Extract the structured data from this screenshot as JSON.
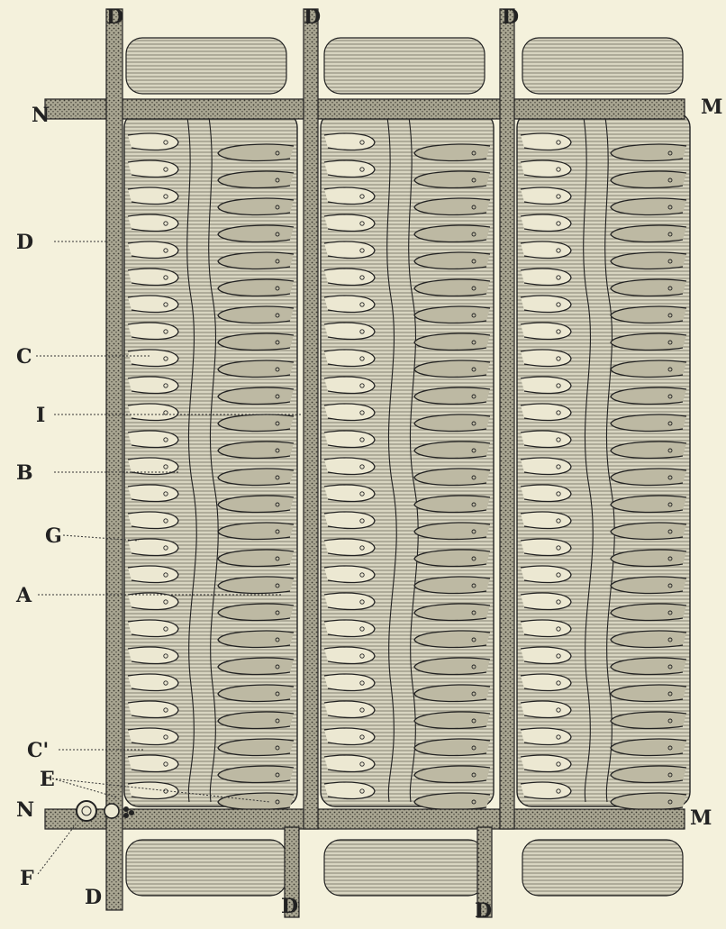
{
  "labels": {
    "d_top_1": "D",
    "d_top_2": "D",
    "d_top_3": "D",
    "n_top": "N",
    "m_top": "M",
    "d_side": "D",
    "c": "C",
    "i": "I",
    "b": "B",
    "g": "G",
    "a": "A",
    "c_prime": "C'",
    "e": "E",
    "n_bottom": "N",
    "m_bottom": "M",
    "f": "F",
    "d_bottom_1": "D",
    "d_bottom_2": "D",
    "d_bottom_3": "D"
  },
  "colors": {
    "paper": "#f4f1dc",
    "ink": "#222222",
    "tissue": "#cfccb8",
    "duct": "#8d8a78"
  }
}
